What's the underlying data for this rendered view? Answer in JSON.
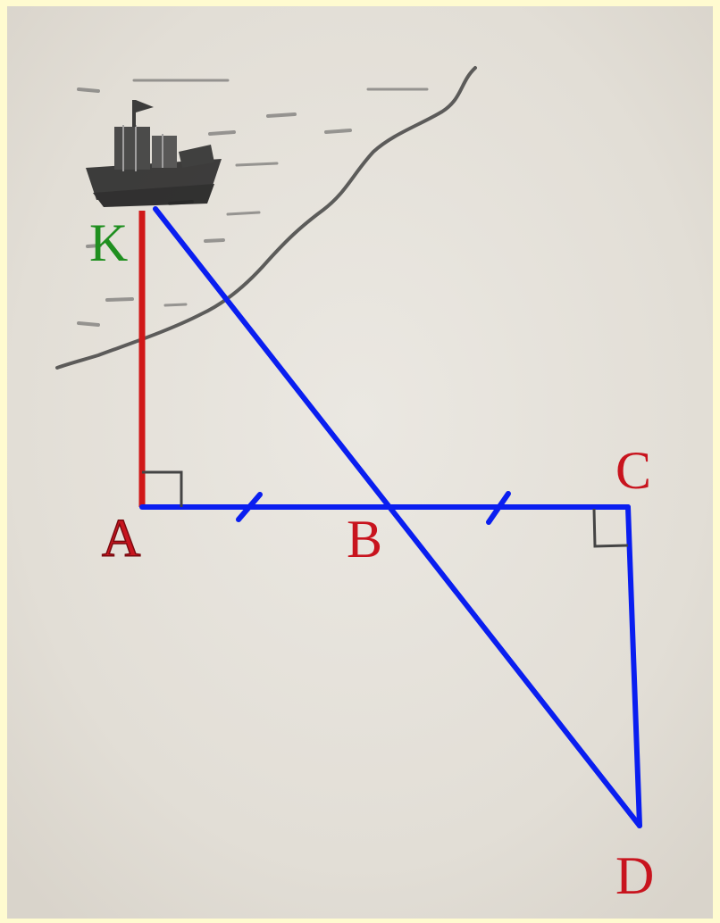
{
  "points": {
    "K": {
      "label": "K"
    },
    "A": {
      "label": "A"
    },
    "B": {
      "label": "B"
    },
    "C": {
      "label": "C"
    },
    "D": {
      "label": "D"
    }
  },
  "colors": {
    "frame_background": "#fffbd0",
    "paper": "#e4e0d9",
    "point_K": "#1f8f1f",
    "points_ABCD": "#c8141e",
    "segment_KA": "#d01818",
    "segments_blue": "#0a1ef0",
    "sketch": "#2f2f2f"
  },
  "icons": {
    "ship": "ship-icon",
    "shoreline": "shoreline-curve"
  }
}
